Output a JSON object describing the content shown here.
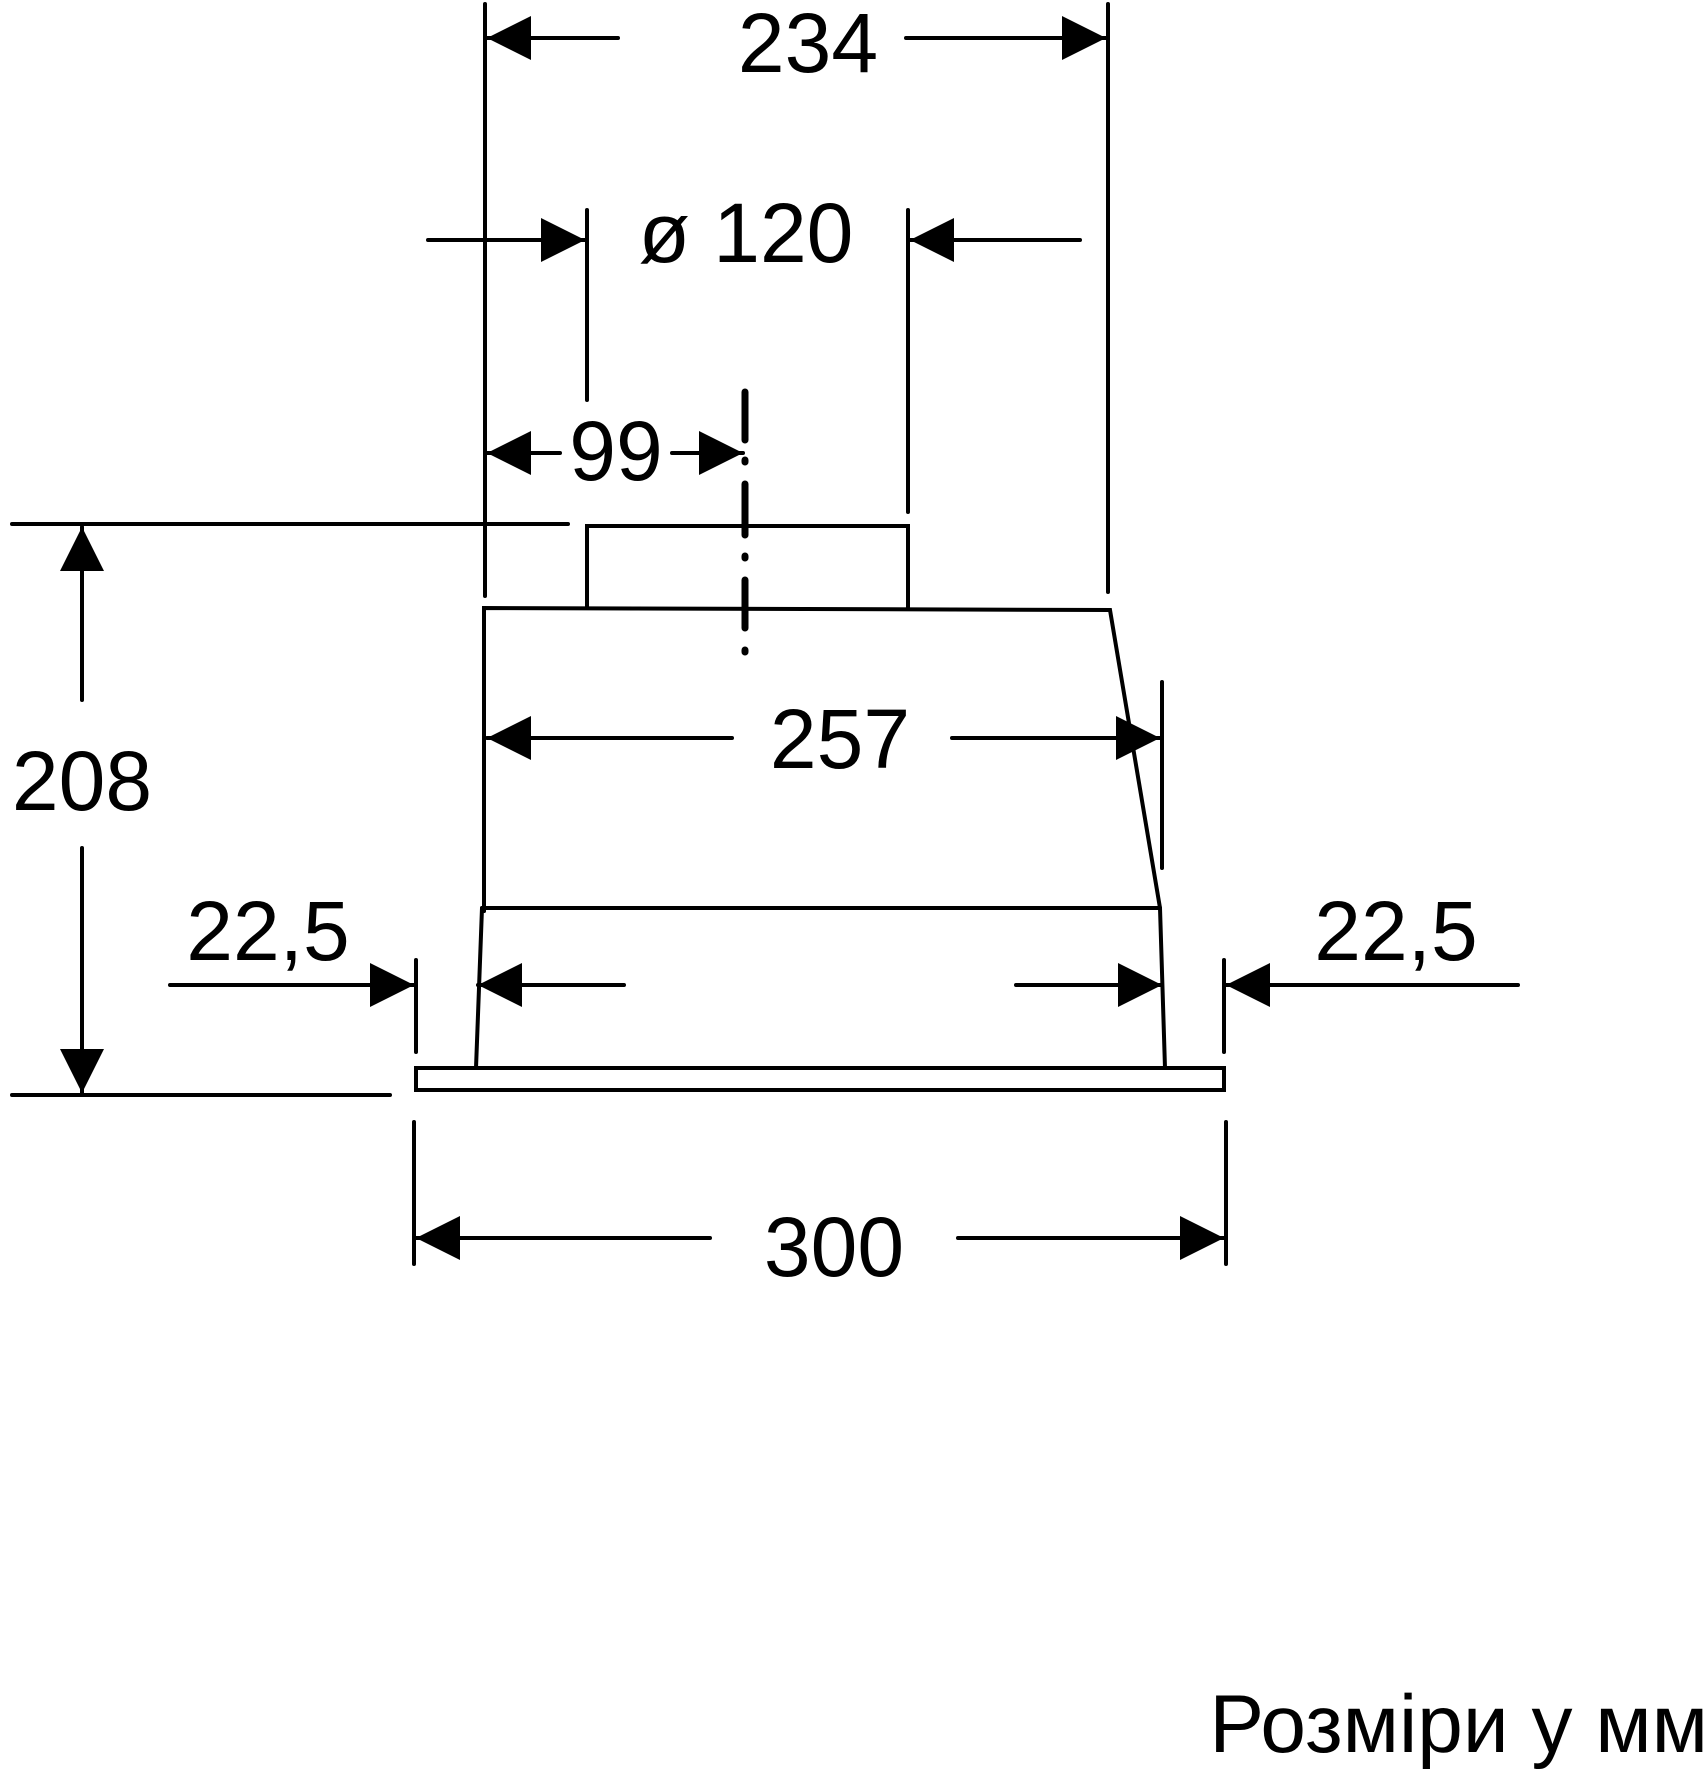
{
  "drawing": {
    "type": "technical-dimension-drawing",
    "subject": "built-in cooker hood, front view",
    "stroke_color": "#000000",
    "background": "#ffffff",
    "dimensions": {
      "top_width": "234",
      "duct_diameter": "ø 120",
      "duct_offset": "99",
      "body_width": "257",
      "height": "208",
      "left_margin": "22,5",
      "right_margin": "22,5",
      "panel_width": "300"
    },
    "caption": "Розміри у мм"
  }
}
